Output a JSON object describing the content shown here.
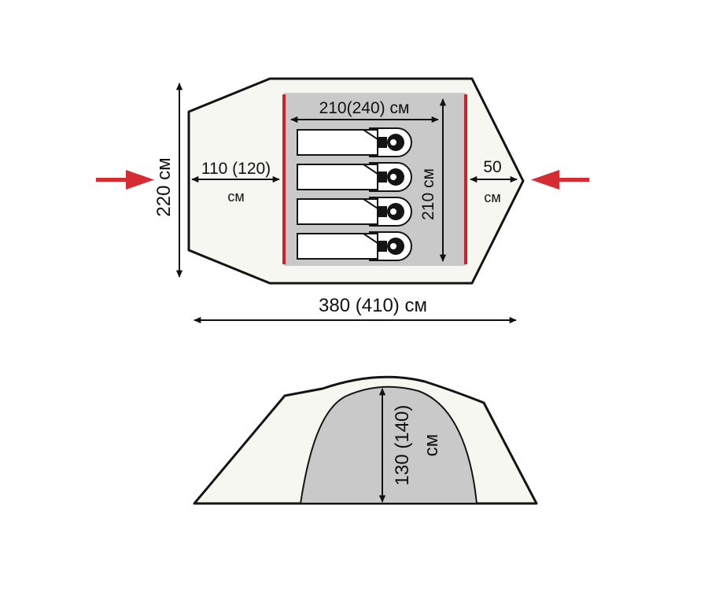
{
  "labels": {
    "inner_length": "210(240) см",
    "inner_width": "210 см",
    "overall_width": "220 см",
    "vestibule_left_value": "110 (120)",
    "vestibule_left_unit": "см",
    "vestibule_right_value": "50",
    "vestibule_right_unit": "см",
    "overall_length": "380 (410) см",
    "height_value": "130 (140)",
    "height_unit": "см"
  },
  "sleeping_places": 4,
  "colors": {
    "outline": "#141414",
    "fabric": "#f7f7f2",
    "inner_tent": "#c9c9c9",
    "door": "#c8242b",
    "arrow": "#d72b33"
  },
  "icons": [
    "red-arrow-icon",
    "sleeping-bag-icon"
  ]
}
